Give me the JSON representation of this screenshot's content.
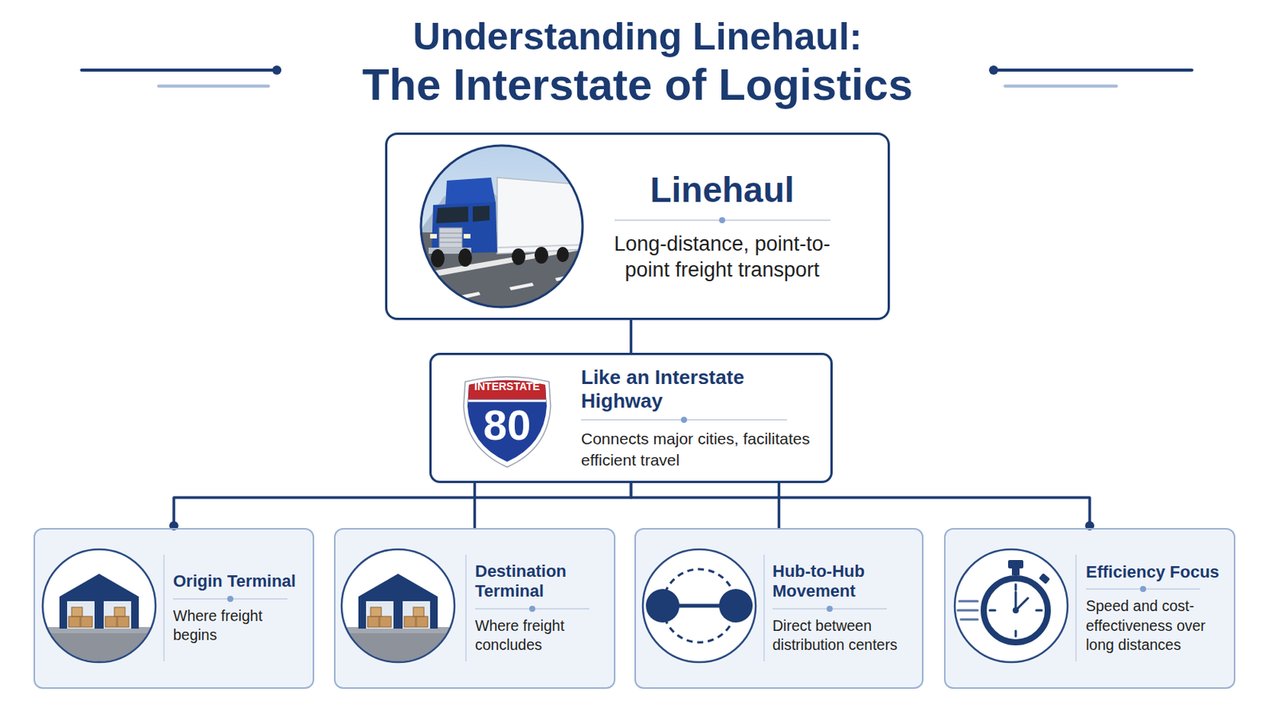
{
  "diagram": {
    "title": "Understanding Linehaul: The Interstate of Logistics",
    "nodes": [
      {
        "text": [
          "Linehaul",
          "Long-distance, point-to-point freight transport"
        ]
      },
      {
        "text": [
          "Like an Interstate Highway",
          "Connects major cities, facilitates efficient travel"
        ]
      },
      {
        "text": [
          "INTERSTATE",
          "80"
        ],
        "in": 1
      },
      {
        "text": [
          "Origin Terminal",
          "Where freight begins"
        ]
      },
      {
        "text": [
          "Destination Terminal",
          "Where freight concludes"
        ]
      },
      {
        "text": [
          "Hub-to-Hub Movement",
          "Direct between distribution centers"
        ]
      },
      {
        "text": [
          "Efficiency Focus",
          "Speed and cost-effectiveness over long distances"
        ]
      }
    ],
    "edges": [
      {
        "from": 0,
        "to": 1,
        "arrow": "none"
      },
      {
        "from": 1,
        "to": 3,
        "arrow": "none"
      },
      {
        "from": 1,
        "to": 4,
        "arrow": "none"
      },
      {
        "from": 1,
        "to": 5,
        "arrow": "none"
      },
      {
        "from": 1,
        "to": 6,
        "arrow": "none"
      }
    ]
  }
}
